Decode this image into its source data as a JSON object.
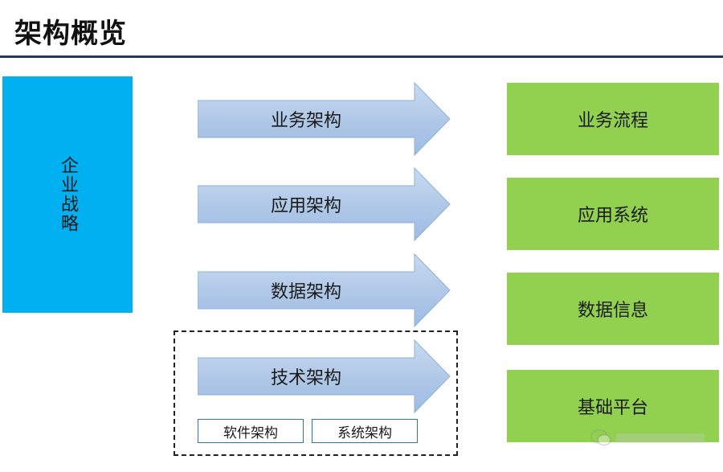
{
  "header": {
    "title": "架构概览"
  },
  "strategy": {
    "label": "企业战略"
  },
  "architectures": [
    {
      "label": "业务架构"
    },
    {
      "label": "应用架构"
    },
    {
      "label": "数据架构"
    },
    {
      "label": "技术架构"
    }
  ],
  "outcomes": [
    {
      "label": "业务流程"
    },
    {
      "label": "应用系统"
    },
    {
      "label": "数据信息"
    },
    {
      "label": "基础平台"
    }
  ],
  "tech_sub": [
    {
      "label": "软件架构"
    },
    {
      "label": "系统架构"
    }
  ],
  "colors": {
    "strategy_fill": "#00b0f0",
    "arrow_fill": "#b4cbe8",
    "outcome_fill": "#92d050",
    "title_rule": "#1f3864"
  }
}
